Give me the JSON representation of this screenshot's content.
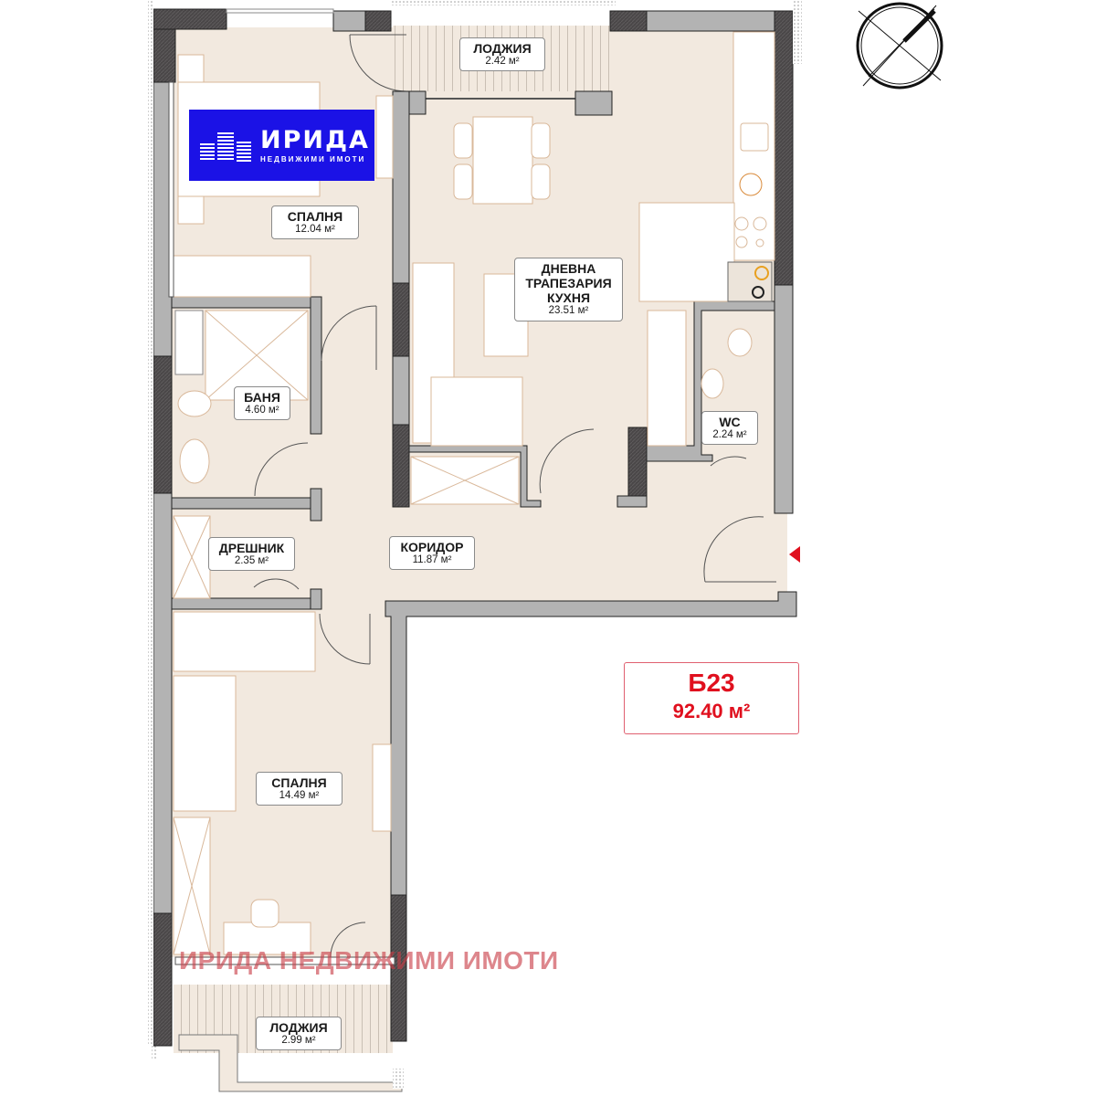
{
  "plan": {
    "unit_code": "Б23",
    "total_area": "92.40 м²",
    "accent_color": "#e0101e",
    "wall_dark": "#4a4748",
    "wall_light": "#b3b3b3",
    "floor_color": "#f2e9df",
    "furniture_line": "#d9b89a"
  },
  "logo": {
    "brand": "ИРИДА",
    "subtitle": "НЕДВИЖИМИ ИМОТИ",
    "background": "#1b12e6"
  },
  "watermark": "ИРИДА НЕДВИЖИМИ ИМОТИ",
  "compass": {
    "icon": "north-arrow-compass-icon"
  },
  "entrance": {
    "icon": "entrance-arrow-icon"
  },
  "rooms": [
    {
      "id": "loggia-top",
      "name": "ЛОДЖИЯ",
      "area": "2.42 м²"
    },
    {
      "id": "bedroom-1",
      "name": "СПАЛНЯ",
      "area": "12.04 м²"
    },
    {
      "id": "living",
      "name_lines": [
        "ДНЕВНА",
        "ТРАПЕЗАРИЯ",
        "КУХНЯ"
      ],
      "area": "23.51 м²"
    },
    {
      "id": "bathroom",
      "name": "БАНЯ",
      "area": "4.60 м²"
    },
    {
      "id": "wc",
      "name": "WC",
      "area": "2.24 м²"
    },
    {
      "id": "wardrobe",
      "name": "ДРЕШНИК",
      "area": "2.35 м²"
    },
    {
      "id": "corridor",
      "name": "КОРИДОР",
      "area": "11.87 м²"
    },
    {
      "id": "bedroom-2",
      "name": "СПАЛНЯ",
      "area": "14.49 м²"
    },
    {
      "id": "loggia-bottom",
      "name": "ЛОДЖИЯ",
      "area": "2.99 м²"
    }
  ]
}
